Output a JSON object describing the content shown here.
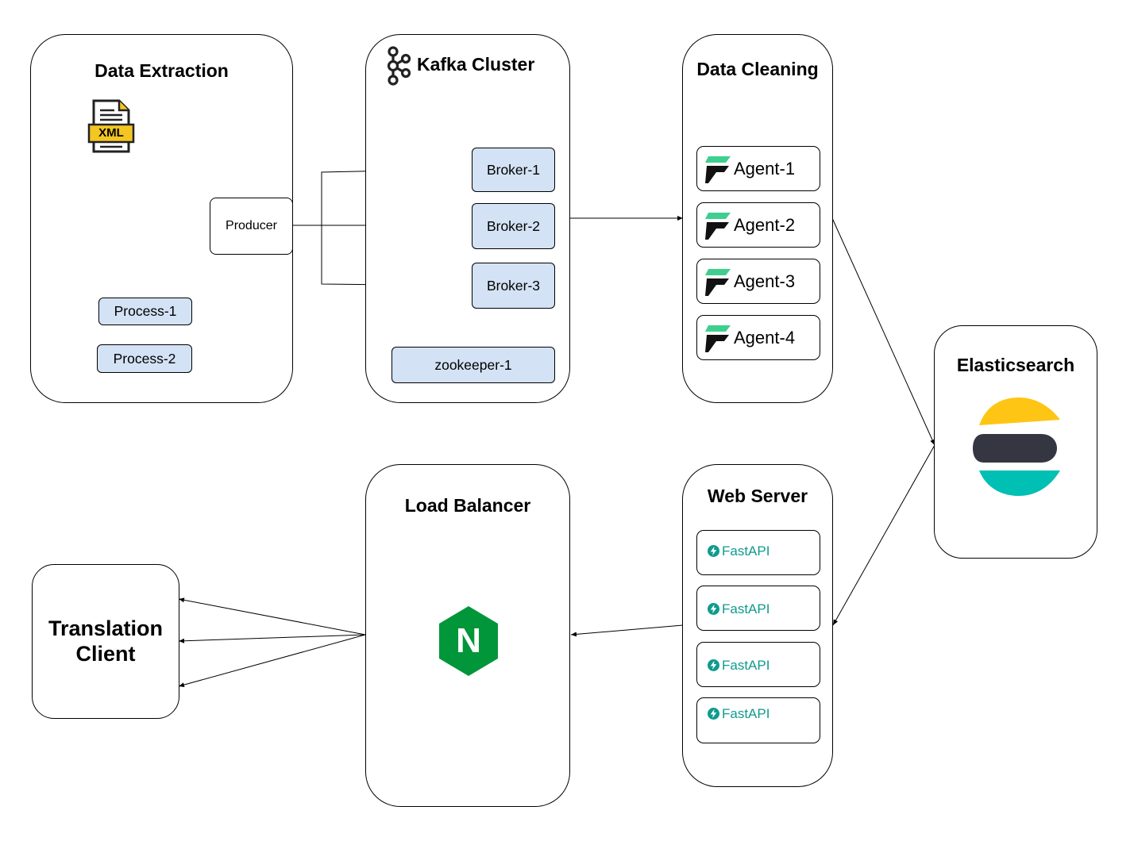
{
  "groups": {
    "data_extraction": {
      "title": "Data Extraction",
      "xml_label": "XML",
      "producer": "Producer",
      "process_1": "Process-1",
      "process_2": "Process-2"
    },
    "kafka": {
      "title": "Kafka Cluster",
      "broker_1": "Broker-1",
      "broker_2": "Broker-2",
      "broker_3": "Broker-3",
      "zookeeper": "zookeeper-1"
    },
    "data_cleaning": {
      "title": "Data Cleaning",
      "agents": [
        "Agent-1",
        "Agent-2",
        "Agent-3",
        "Agent-4"
      ]
    },
    "elasticsearch": {
      "title": "Elasticsearch"
    },
    "web_server": {
      "title": "Web Server",
      "apis": [
        "FastAPI",
        "FastAPI",
        "FastAPI",
        "FastAPI"
      ]
    },
    "load_balancer": {
      "title": "Load Balancer",
      "logo_letter": "N"
    },
    "client": {
      "title_line_1": "Translation",
      "title_line_2": "Client"
    }
  },
  "colors": {
    "node_fill": "#d3e2f4",
    "faust_green": "#3ecf8e",
    "fastapi_teal": "#0f9b8e",
    "nginx_green": "#009639",
    "elastic_yellow": "#fec514",
    "elastic_dark": "#343741",
    "elastic_teal": "#00bfb3"
  }
}
